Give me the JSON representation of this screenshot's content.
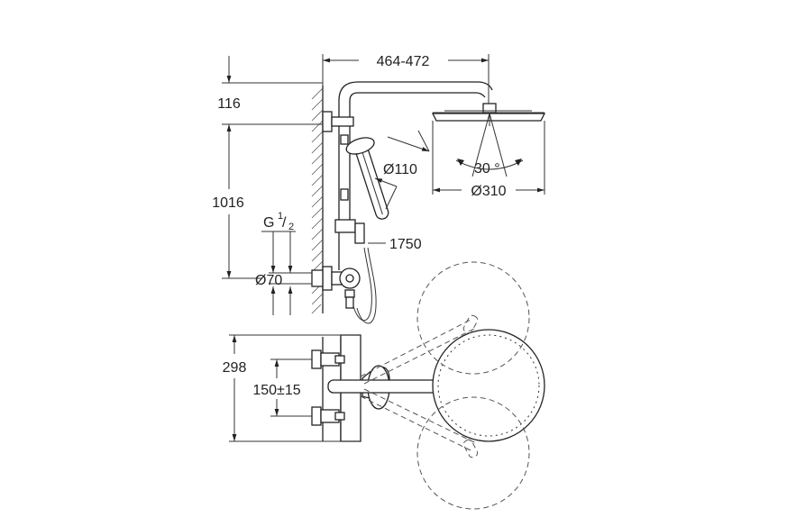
{
  "labels": {
    "arm_length": "464-472",
    "head_height": "116",
    "rail_height": "1016",
    "thread": "G",
    "thread_num": "1",
    "thread_den": "2",
    "inlet_diameter": "Ø70",
    "hand_shower_diameter": "Ø110",
    "hose_length": "1750",
    "tilt_angle": "30 °",
    "head_diameter": "Ø310",
    "thermostat_height": "298",
    "center_distance": "150±15"
  }
}
